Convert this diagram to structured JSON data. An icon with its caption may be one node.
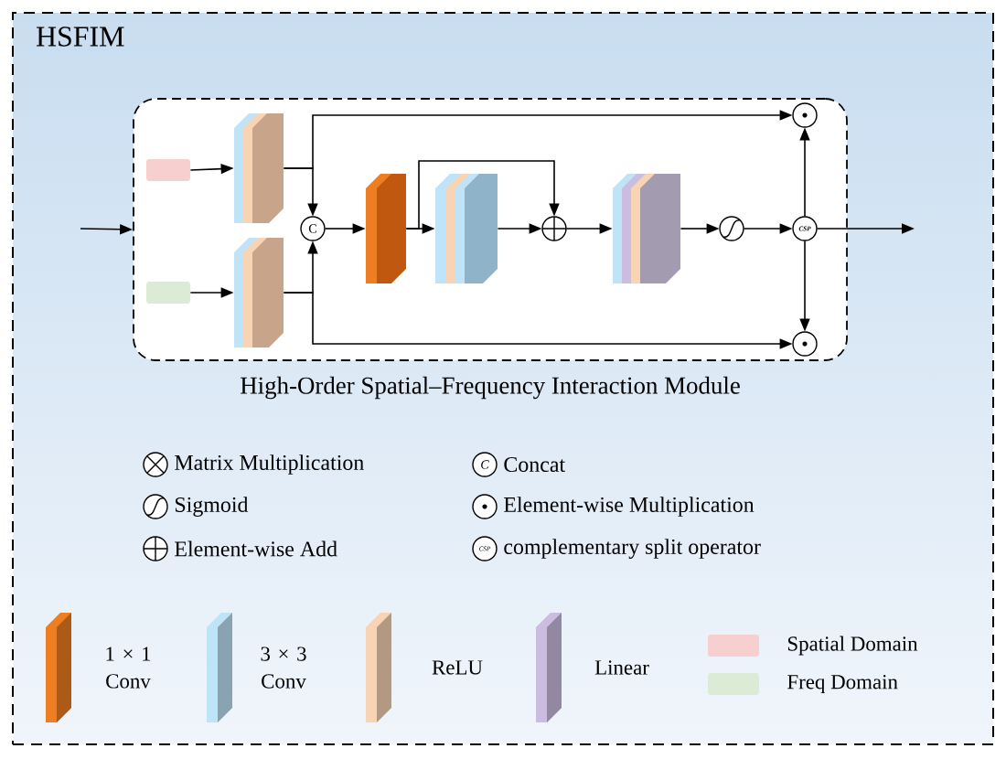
{
  "diagram": {
    "nodes": [
      {
        "text": [
          "HSFIM"
        ]
      },
      {
        "text": [
          "High-Order Spatial–Frequency Interaction Module"
        ],
        "in": 0
      },
      {
        "text": [],
        "shape": "box",
        "in": 1
      },
      {
        "text": [],
        "shape": "box",
        "in": 1
      },
      {
        "text": [],
        "shape": "block",
        "in": 1
      },
      {
        "text": [],
        "shape": "block",
        "in": 1
      },
      {
        "text": [
          "C"
        ],
        "in": 1
      },
      {
        "text": [],
        "shape": "block",
        "in": 1
      },
      {
        "text": [],
        "shape": "block",
        "in": 1
      },
      {
        "text": [],
        "shape": "circle",
        "in": 1
      },
      {
        "text": [],
        "shape": "block",
        "in": 1
      },
      {
        "text": [],
        "shape": "circle",
        "in": 1
      },
      {
        "text": [
          "CSP"
        ],
        "in": 1
      },
      {
        "text": [],
        "shape": "circle",
        "in": 1
      },
      {
        "text": [],
        "shape": "circle",
        "in": 1
      }
    ],
    "edges": [
      {
        "from": null,
        "to": 1,
        "arrow": "to"
      },
      {
        "from": 2,
        "to": 4,
        "arrow": "to"
      },
      {
        "from": 3,
        "to": 5,
        "arrow": "to"
      },
      {
        "from": 4,
        "to": 6,
        "arrow": "to"
      },
      {
        "from": 5,
        "to": 6,
        "arrow": "to"
      },
      {
        "from": 4,
        "to": 13,
        "arrow": "to"
      },
      {
        "from": 5,
        "to": 14,
        "arrow": "to"
      },
      {
        "from": 6,
        "to": 7,
        "arrow": "to"
      },
      {
        "from": 7,
        "to": 8,
        "arrow": "to"
      },
      {
        "from": 7,
        "to": 9,
        "arrow": "to"
      },
      {
        "from": 8,
        "to": 9,
        "arrow": "to"
      },
      {
        "from": 9,
        "to": 10,
        "arrow": "to"
      },
      {
        "from": 10,
        "to": 11,
        "arrow": "to"
      },
      {
        "from": 11,
        "to": 12,
        "arrow": "to"
      },
      {
        "from": 12,
        "to": 13,
        "arrow": "to"
      },
      {
        "from": 12,
        "to": 14,
        "arrow": "to"
      },
      {
        "from": 12,
        "to": null,
        "arrow": "to"
      }
    ],
    "labels": [
      "C",
      "CSP"
    ],
    "legend": [
      {
        "text": "Matrix Multiplication"
      },
      {
        "text": "Concat"
      },
      {
        "text": "Sigmoid"
      },
      {
        "text": "Element-wise Multiplication"
      },
      {
        "text": "Element-wise Add"
      },
      {
        "text": "complementary split operator"
      },
      {
        "text": "1 × 1 Conv",
        "color": "#ef7d22"
      },
      {
        "text": "3 × 3 Conv",
        "color": "#bfe3f7"
      },
      {
        "text": "ReLU",
        "color": "#f8d3b4"
      },
      {
        "text": "Linear",
        "color": "#cbbde0"
      },
      {
        "text": "Spatial Domain",
        "color": "#f7cfcf"
      },
      {
        "text": "Freq Domain",
        "color": "#dcebd6"
      }
    ]
  }
}
